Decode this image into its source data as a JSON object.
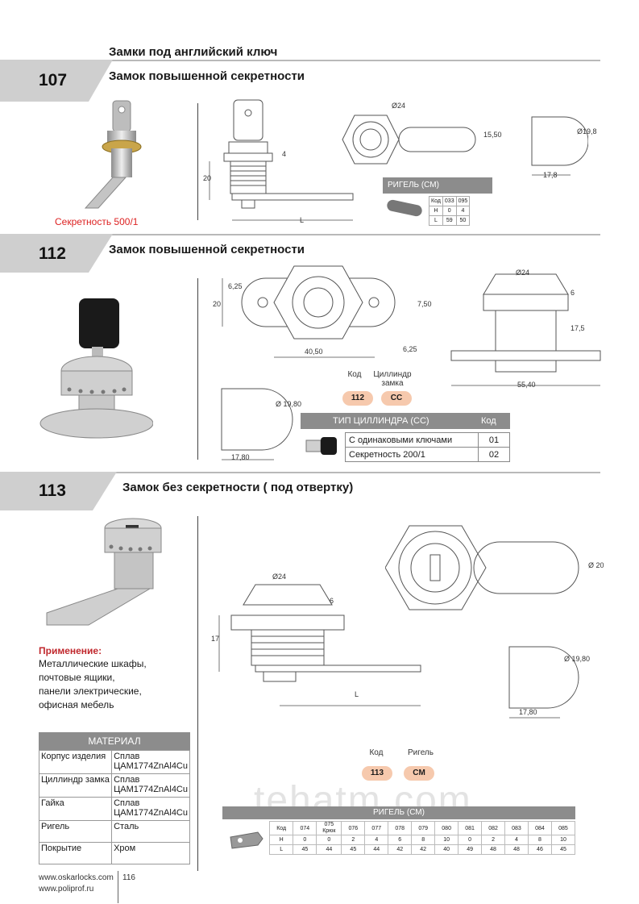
{
  "page_heading": "Замки под английский ключ",
  "sections": [
    {
      "number": "107",
      "title": "Замок повышенной секретности",
      "caption": "Секретность 500/1"
    },
    {
      "number": "112",
      "title": "Замок повышенной секретности"
    },
    {
      "number": "113",
      "title": "Замок без секретности ( под отвертку)"
    }
  ],
  "s107": {
    "dims": {
      "d24": "Ø24",
      "h15_50": "15,50",
      "d19_8": "Ø19,8",
      "w17_8": "17,8",
      "h20": "20",
      "h4": "4",
      "L": "L"
    },
    "table": {
      "title": "РИГЕЛЬ (СМ)",
      "rows": [
        [
          "Код",
          "033",
          "095"
        ],
        [
          "H",
          "0",
          "4"
        ],
        [
          "L",
          "59",
          "50"
        ]
      ]
    }
  },
  "s112": {
    "dims": {
      "d6_25a": "6,25",
      "h20": "20",
      "w40_50": "40,50",
      "h7_50": "7,50",
      "d6_25b": "6,25",
      "d24": "Ø24",
      "h6": "6",
      "h17_5": "17,5",
      "w55_40": "55,40",
      "d19_80": "Ø 19,80",
      "w17_80": "17,80"
    },
    "code_label": "Код",
    "cyl_label": "Циллиндр замка",
    "code_value": "112",
    "cyl_value": "CC",
    "table": {
      "head": "ТИП ЦИЛЛИНДРА (CC)",
      "code_head": "Код",
      "rows": [
        {
          "name": "С одинаковыми ключами",
          "code": "01"
        },
        {
          "name": "Секретность 200/1",
          "code": "02"
        }
      ]
    }
  },
  "s113": {
    "dims": {
      "d24": "Ø24",
      "h6": "6",
      "h17": "17",
      "L": "L",
      "d20": "Ø 20",
      "d19_80": "Ø 19,80",
      "w17_80": "17,80"
    },
    "application_title": "Применение:",
    "application_lines": [
      "Металлические шкафы,",
      "почтовые ящики,",
      "панели электрические,",
      "офисная мебель"
    ],
    "material": {
      "head": "МАТЕРИАЛ",
      "rows": [
        {
          "k": "Корпус изделия",
          "v": "Сплав ЦАМ1774ZnAl4Cu"
        },
        {
          "k": "Циллиндр замка",
          "v": "Сплав ЦАМ1774ZnAl4Cu"
        },
        {
          "k": "Гайка",
          "v": "Сплав ЦАМ1774ZnAl4Cu"
        },
        {
          "k": "Ригель",
          "v": "Сталь"
        },
        {
          "k": "Покрытие",
          "v": "Хром"
        }
      ]
    },
    "code_label": "Код",
    "rigel_label": "Ригель",
    "code_value": "113",
    "rigel_value": "CM",
    "table": {
      "title": "РИГЕЛЬ (СМ)",
      "header": [
        "Код",
        "074",
        "075 Крюк",
        "076",
        "077",
        "078",
        "079",
        "080",
        "081",
        "082",
        "083",
        "084",
        "085"
      ],
      "H": [
        "H",
        "0",
        "0",
        "2",
        "4",
        "6",
        "8",
        "10",
        "0",
        "2",
        "4",
        "8",
        "10"
      ],
      "L": [
        "L",
        "45",
        "44",
        "45",
        "44",
        "42",
        "42",
        "40",
        "49",
        "48",
        "48",
        "46",
        "45"
      ]
    }
  },
  "watermark": "tehatm.com",
  "footer": {
    "url1": "www.oskarlocks.com",
    "url2": "www.poliprof.ru",
    "page": "116"
  }
}
